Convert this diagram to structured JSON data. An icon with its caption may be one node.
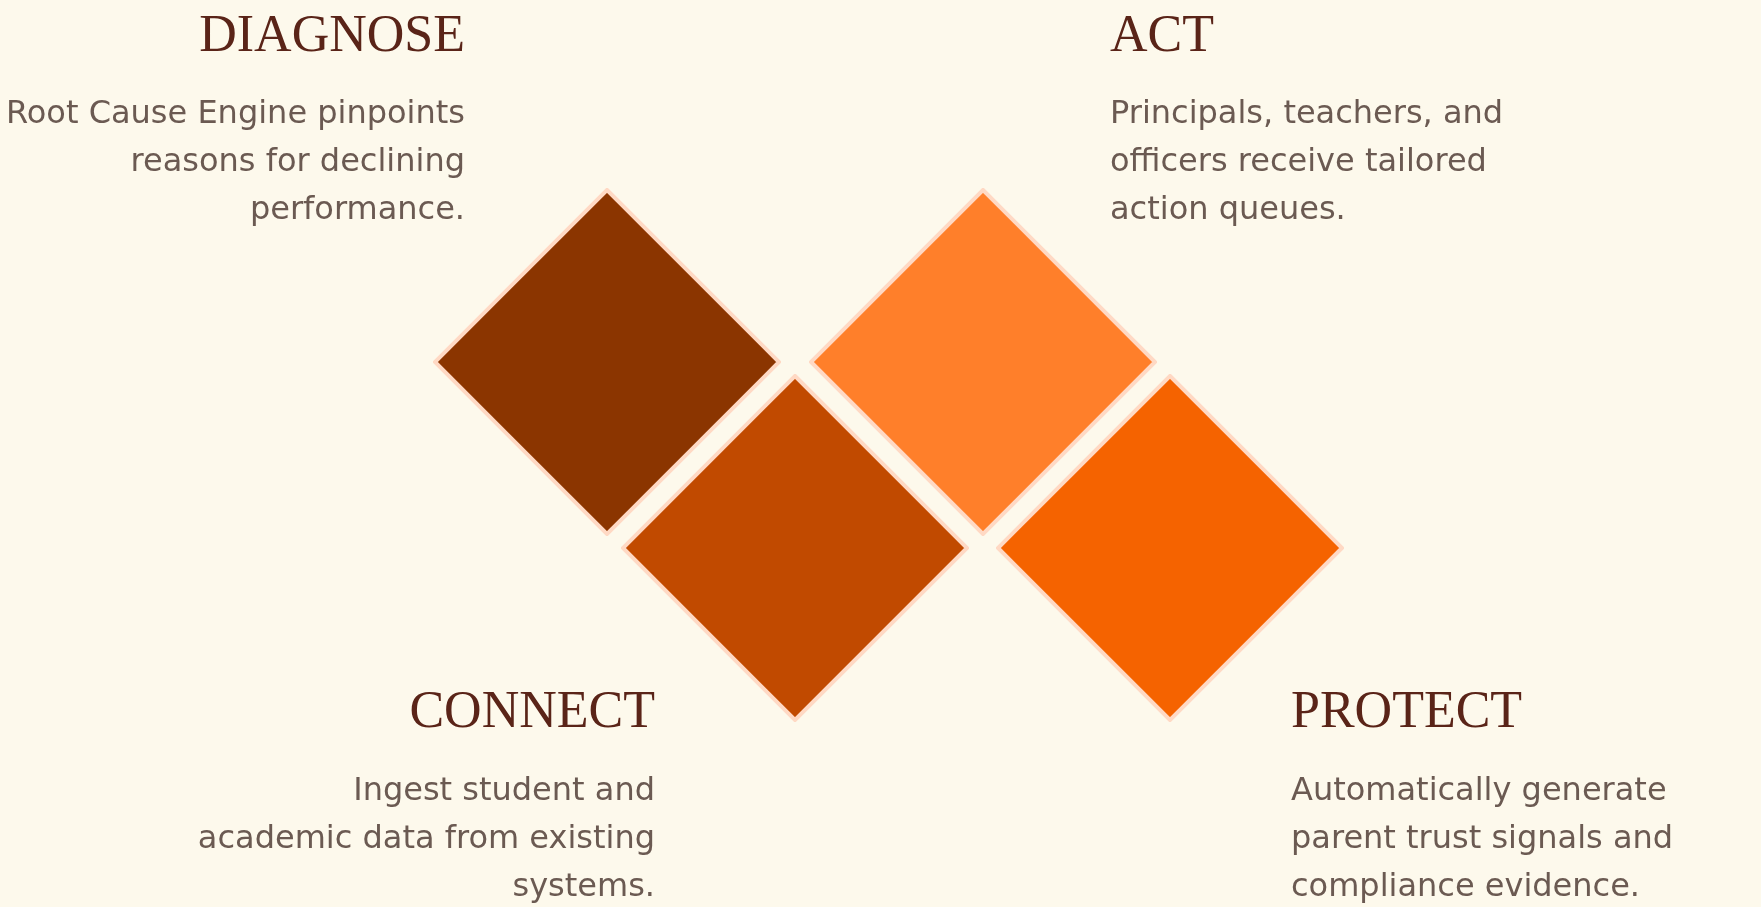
{
  "diagram": {
    "nodes": [
      {
        "text": [],
        "shape": "diamond",
        "beside": [
          "DIAGNOSE",
          "Root Cause Engine pinpoints reasons for declining performance."
        ]
      },
      {
        "text": [],
        "shape": "diamond",
        "beside": [
          "CONNECT",
          "Ingest student and academic data from existing systems."
        ]
      },
      {
        "text": [],
        "shape": "diamond",
        "beside": [
          "ACT",
          "Principals, teachers, and officers receive tailored action queues."
        ]
      },
      {
        "text": [],
        "shape": "diamond",
        "beside": [
          "PROTECT",
          "Automatically generate parent trust signals and compliance evidence."
        ]
      }
    ]
  }
}
